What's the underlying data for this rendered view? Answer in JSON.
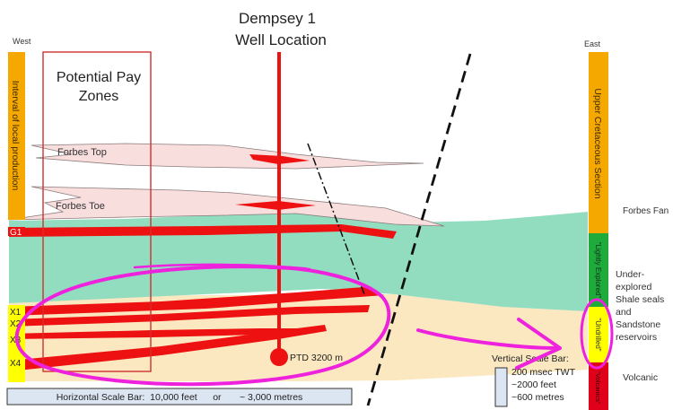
{
  "well": {
    "name": "Dempsey 1",
    "subtitle": "Well Location",
    "ptd": "PTD 3200 m"
  },
  "orientation": {
    "west": "West",
    "east": "East"
  },
  "pay_zones": {
    "line1": "Potential Pay",
    "line2": "Zones"
  },
  "layers": {
    "forbes_top": "Forbes Top",
    "forbes_toe": "Forbes Toe",
    "g1": "G1",
    "x1": "X1",
    "x2": "X2",
    "x3": "X3",
    "x4": "X4"
  },
  "west_column": {
    "label": "Interval of local production",
    "color": "#f5a800"
  },
  "east_column": {
    "segments": [
      {
        "label": "Upper Cretaceous Section",
        "color": "#f5a800"
      },
      {
        "label": "\"Lightly Explored\"",
        "color": "#1faa3c"
      },
      {
        "label": "\"Undrilled\"",
        "color": "#ffff00"
      },
      {
        "label": "\"Volcanics\"",
        "color": "#e0001a"
      }
    ]
  },
  "right_labels": {
    "forbes_fan": "Forbes Fan",
    "under": [
      "Under-",
      "explored",
      "Shale seals",
      "and",
      "Sandstone",
      "reservoirs"
    ],
    "volcanic": "Volcanic"
  },
  "vertical_scale": {
    "title": "Vertical Scale Bar:",
    "lines": [
      "200 msec TWT",
      "~2000 feet",
      "~600 metres"
    ]
  },
  "horizontal_scale": {
    "label": "Horizontal Scale Bar:  10,000 feet      or       ~ 3,000 metres"
  },
  "colors": {
    "shale": "#92dcc0",
    "sand": "#fbe8c0",
    "pink": "#f9dede",
    "red": "#ee1111",
    "magenta": "#ee22dd",
    "box_fill": "#dce6f2"
  }
}
